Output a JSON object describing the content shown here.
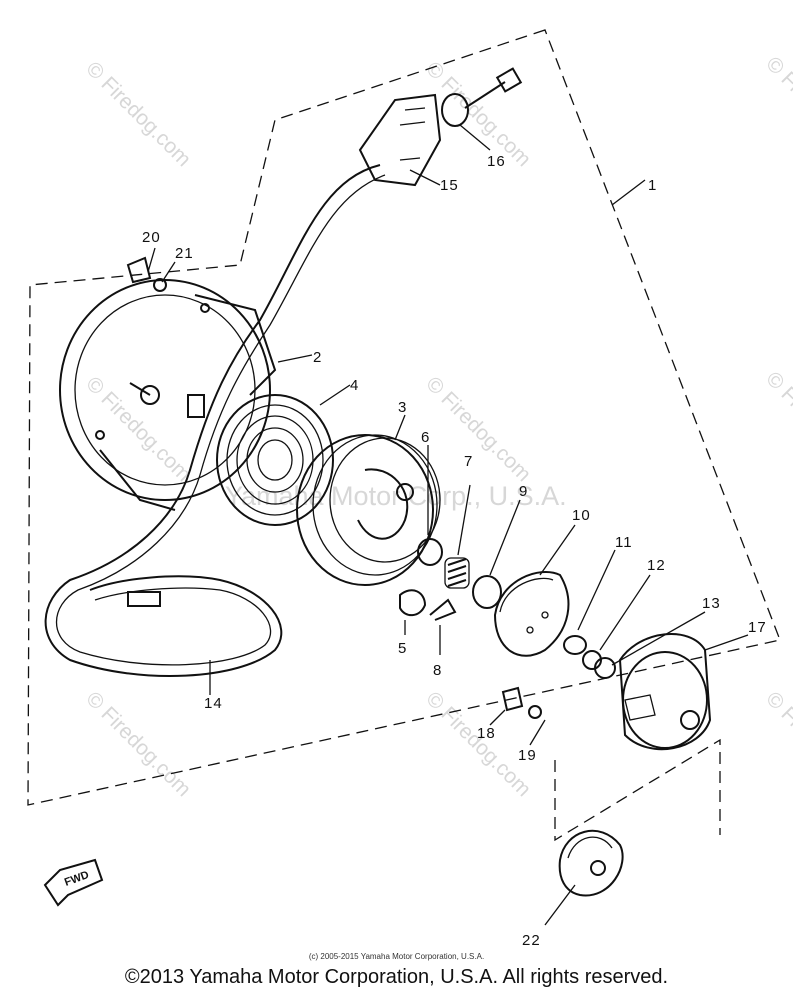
{
  "watermark": {
    "site_text": "© Firedog.com",
    "center_text": "Yamaha Motor Corp., U.S.A."
  },
  "callouts": [
    "1",
    "2",
    "3",
    "4",
    "5",
    "6",
    "7",
    "8",
    "9",
    "10",
    "11",
    "12",
    "13",
    "14",
    "15",
    "16",
    "17",
    "18",
    "19",
    "20",
    "21",
    "22"
  ],
  "fwd_label": "FWD",
  "small_copyright": "(c) 2005-2015 Yamaha Motor Corporation, U.S.A.",
  "footer_copyright": "©2013 Yamaha Motor Corporation, U.S.A. All rights reserved."
}
